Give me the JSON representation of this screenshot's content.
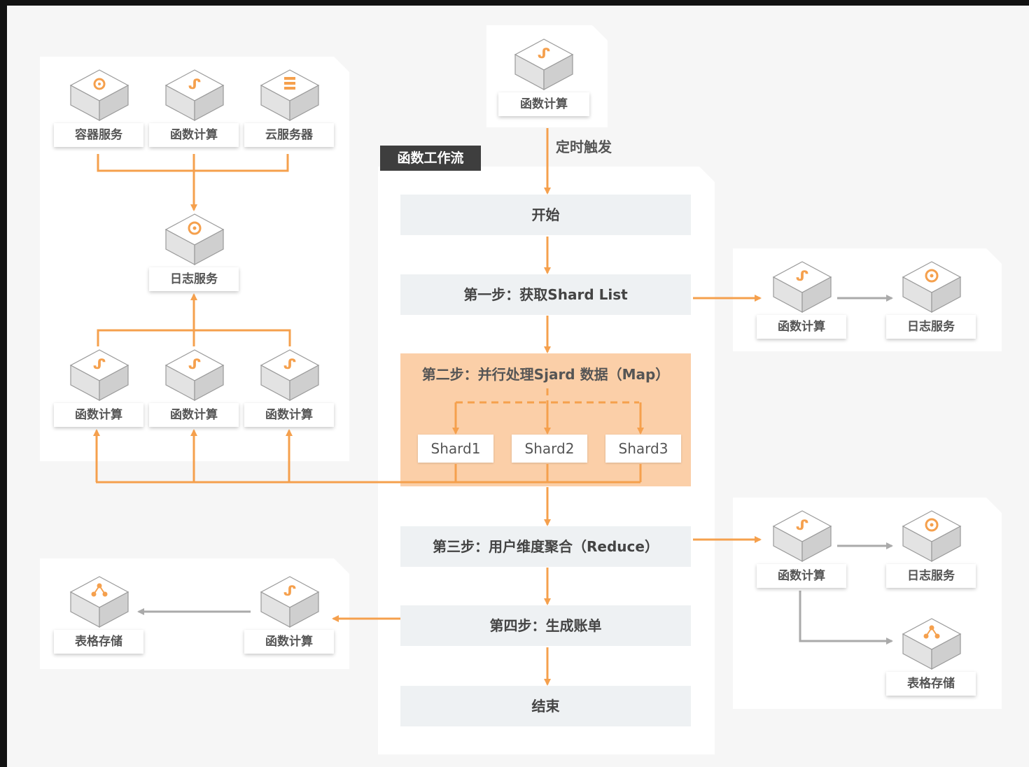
{
  "colors": {
    "accent": "#f5a04d",
    "gray_arrow": "#aaaaaa",
    "tag_bg": "#3e3e3e",
    "map_bg": "#fbcfa8",
    "step_bg": "#eef1f3"
  },
  "trigger": {
    "node_label": "函数计算",
    "edge_label": "定时触发"
  },
  "workflow": {
    "tag": "函数工作流",
    "steps": {
      "start": "开始",
      "step1": "第一步：获取Shard List",
      "step2": "第二步：并行处理Sjard 数据（Map）",
      "step3": "第三步：用户维度聚合（Reduce）",
      "step4": "第四步：生成账单",
      "end": "结束"
    },
    "shards": [
      "Shard1",
      "Shard2",
      "Shard3"
    ]
  },
  "left_top_panel": {
    "sources": [
      {
        "label": "容器服务",
        "icon": "container-icon"
      },
      {
        "label": "函数计算",
        "icon": "function-compute-icon"
      },
      {
        "label": "云服务器",
        "icon": "cloud-server-icon"
      }
    ],
    "log": {
      "label": "日志服务",
      "icon": "log-service-icon"
    },
    "workers": [
      {
        "label": "函数计算",
        "icon": "function-compute-icon"
      },
      {
        "label": "函数计算",
        "icon": "function-compute-icon"
      },
      {
        "label": "函数计算",
        "icon": "function-compute-icon"
      }
    ]
  },
  "right_top_panel": {
    "fc": {
      "label": "函数计算",
      "icon": "function-compute-icon"
    },
    "log": {
      "label": "日志服务",
      "icon": "log-service-icon"
    }
  },
  "right_bottom_panel": {
    "fc": {
      "label": "函数计算",
      "icon": "function-compute-icon"
    },
    "log": {
      "label": "日志服务",
      "icon": "log-service-icon"
    },
    "table": {
      "label": "表格存储",
      "icon": "table-store-icon"
    }
  },
  "left_bottom_panel": {
    "table": {
      "label": "表格存储",
      "icon": "table-store-icon"
    },
    "fc": {
      "label": "函数计算",
      "icon": "function-compute-icon"
    }
  }
}
